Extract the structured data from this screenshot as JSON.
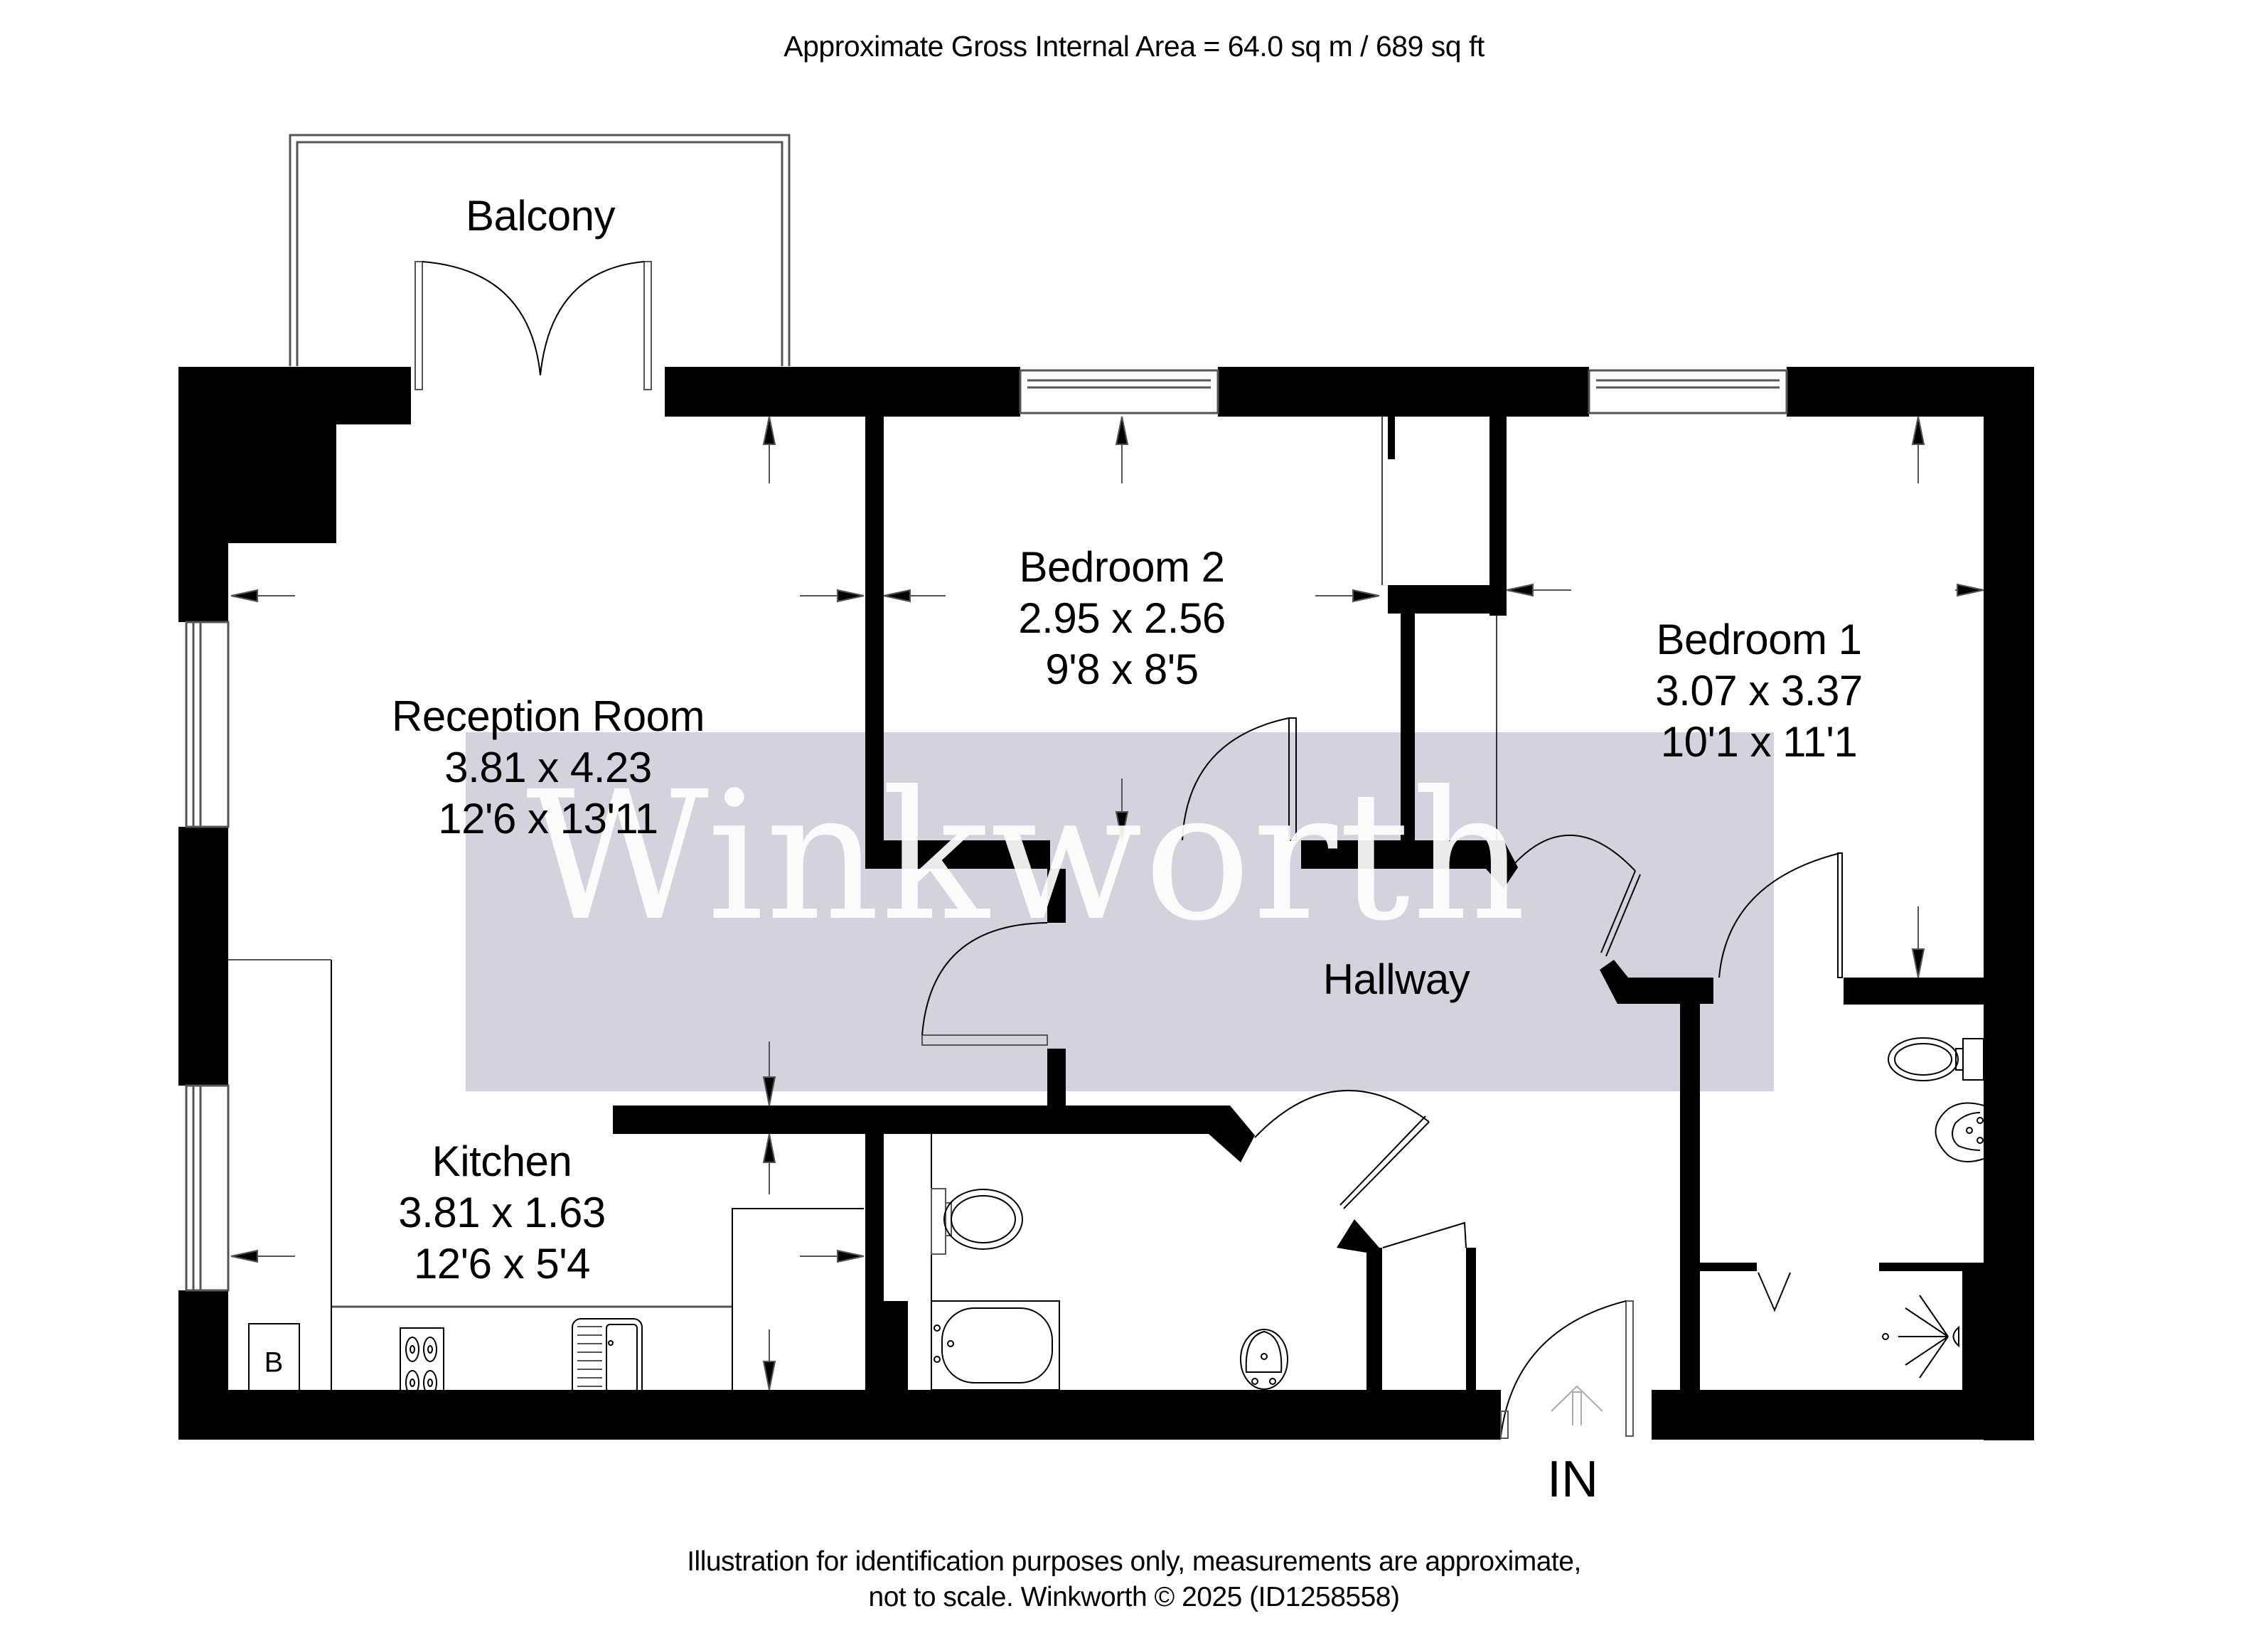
{
  "header": {
    "area_text": "Approximate Gross Internal Area = 64.0 sq m / 689 sq ft"
  },
  "rooms": {
    "balcony": {
      "name": "Balcony"
    },
    "reception": {
      "name": "Reception Room",
      "metric": "3.81 x 4.23",
      "imperial": "12'6 x 13'11"
    },
    "bedroom2": {
      "name": "Bedroom 2",
      "metric": "2.95 x 2.56",
      "imperial": "9'8 x 8'5"
    },
    "bedroom1": {
      "name": "Bedroom 1",
      "metric": "3.07 x 3.37",
      "imperial": "10'1 x 11'1"
    },
    "kitchen": {
      "name": "Kitchen",
      "metric": "3.81 x 1.63",
      "imperial": "12'6 x 5'4"
    },
    "hallway": {
      "name": "Hallway"
    }
  },
  "fixtures": {
    "boiler_label": "B"
  },
  "entrance": {
    "label": "IN"
  },
  "watermark": {
    "text": "Winkworth",
    "band_color": "#d3d2dd"
  },
  "footer": {
    "line1": "Illustration for identification purposes only, measurements are approximate,",
    "line2": "not to scale. Winkworth © 2025 (ID1258558)"
  },
  "colors": {
    "wall": "#000000",
    "background": "#ffffff",
    "fixture_line": "#000000",
    "window_line": "#555555"
  }
}
